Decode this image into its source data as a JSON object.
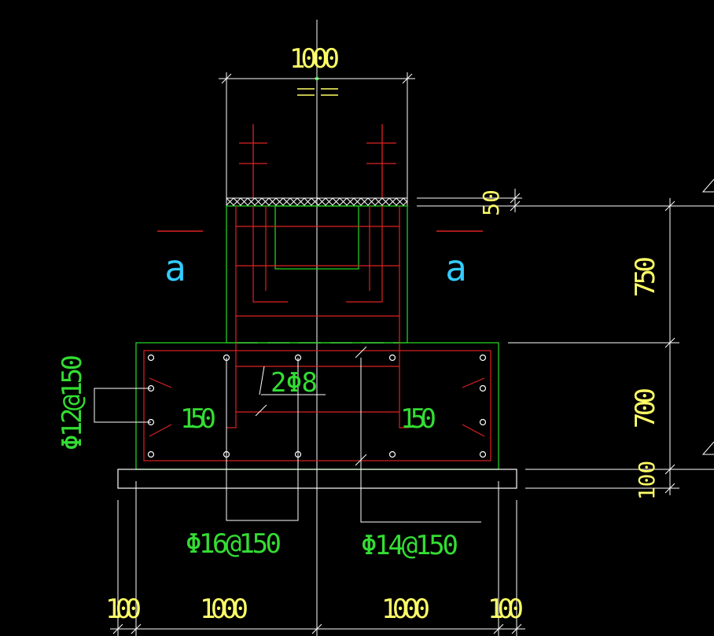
{
  "drawing": {
    "dimensions": {
      "top_width": "1000",
      "anchor_gap": "50",
      "col_height": "750",
      "base_height": "700",
      "cushion_height": "100",
      "bottom_left_edge": "100",
      "bottom_left_span": "1000",
      "bottom_right_span": "1000",
      "bottom_right_edge": "100",
      "left_cover": "150",
      "right_cover": "150"
    },
    "section_marks": {
      "left": "a",
      "right": "a"
    },
    "rebar_labels": {
      "side_bars": "Φ12@150",
      "stirrup": "2Φ8",
      "bottom_left": "Φ16@150",
      "bottom_right": "Φ14@150"
    },
    "colors": {
      "background": "#000000",
      "concrete_outline": "#22cc22",
      "rebar": "#dd2222",
      "dimension_line": "#ffffff",
      "dimension_text": "#ffff66",
      "label_text": "#33dd33",
      "section_mark": "#33ccff"
    }
  }
}
